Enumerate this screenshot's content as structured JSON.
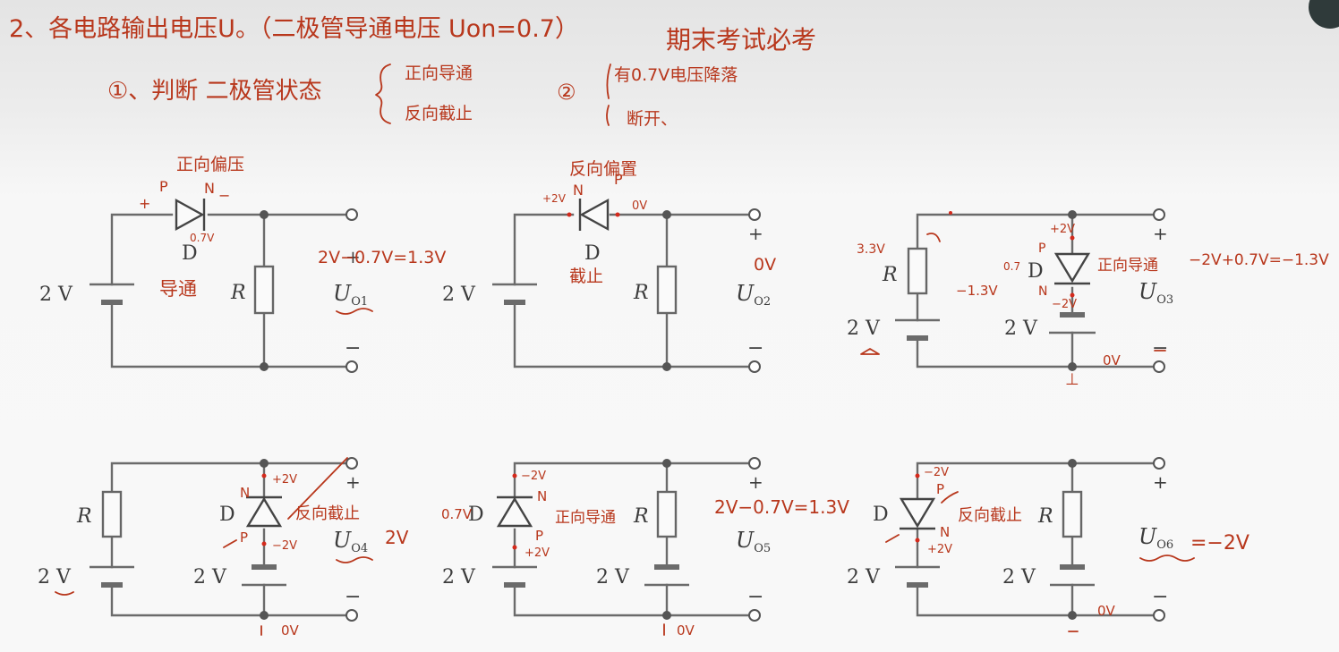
{
  "header": {
    "title_line": "2、各电路输出电压U。（二极管导通电压 Uon=0.7）",
    "exam_note": "期末考试必考",
    "step1_label": "①、判断 二极管状态",
    "step1_opt1": "正向导通",
    "step1_opt2": "反向截止",
    "step2_label": "②",
    "step2_opt1": "有0.7V电压降落",
    "step2_opt2": "断开、"
  },
  "components": {
    "battery": "2 V",
    "resistor": "R",
    "diode": "D",
    "out_prefix": "U",
    "plus": "+",
    "minus": "−"
  },
  "circuits": [
    {
      "out_sub": "O1"
    },
    {
      "out_sub": "O2"
    },
    {
      "out_sub": "O3"
    },
    {
      "out_sub": "O4"
    },
    {
      "out_sub": "O5"
    },
    {
      "out_sub": "O6"
    }
  ],
  "annotations": {
    "c1": {
      "bias": "正向偏压",
      "p": "P",
      "n": "N",
      "plus": "+",
      "minus": "−",
      "drop": "0.7V",
      "state": "导通",
      "result": "2V−0.7V=1.3V"
    },
    "c2": {
      "bias": "反向偏置",
      "anode_v": "+2V",
      "n": "N",
      "p": "P",
      "cathode_v": "0V",
      "state": "截止",
      "result": "0V"
    },
    "c3": {
      "r_v": "3.3V",
      "top_v": "+2V",
      "p": "P",
      "n": "N",
      "left_v": "−1.3V",
      "drop": "0.7",
      "state": "正向导通",
      "bot_v": "−2V",
      "calc": "−2V+0.7V=−1.3V",
      "gnd_v": "0V",
      "gnd_mark": "⊥"
    },
    "c4": {
      "top_v": "+2V",
      "n": "N",
      "p": "P",
      "state": "反向截止",
      "bot_v": "−2V",
      "result": "2V",
      "gnd_v": "0V"
    },
    "c5": {
      "top_v": "−2V",
      "n": "N",
      "drop": "0.7V",
      "state": "正向导通",
      "p": "P",
      "bot_v": "+2V",
      "result": "2V−0.7V=1.3V",
      "gnd_v": "0V"
    },
    "c6": {
      "top_v": "−2V",
      "p": "P",
      "state": "反向截止",
      "n": "N",
      "bot_v": "+2V",
      "result": "=−2V",
      "gnd_v": "0V"
    }
  }
}
